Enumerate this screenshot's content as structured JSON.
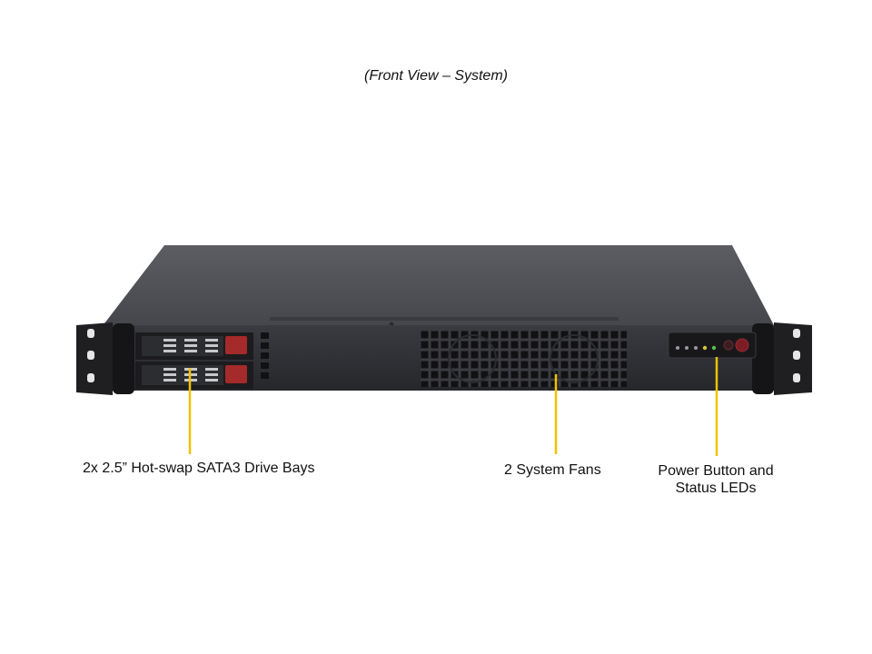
{
  "caption": "(Front View – System)",
  "callouts": {
    "drive_bays": "2x 2.5” Hot-swap SATA3 Drive Bays",
    "fans": "2 System Fans",
    "power_line1": "Power Button and",
    "power_line2": "Status LEDs"
  },
  "colors": {
    "leader_line": "#f2c200",
    "chassis_top": "#55565b",
    "chassis_front": "#2e2f33",
    "bezel": "#1d1d20",
    "drive_latch": "#a52a2a",
    "power_button": "#7a1e24",
    "led_green": "#55c24a",
    "led_yellow": "#d8c438"
  }
}
